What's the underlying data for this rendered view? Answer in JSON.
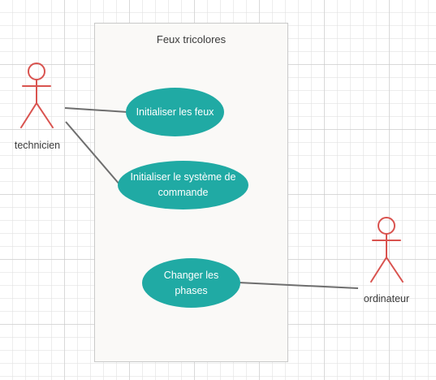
{
  "diagram": {
    "system": {
      "title": "Feux tricolores"
    },
    "actors": [
      {
        "id": "technicien",
        "label": "technicien"
      },
      {
        "id": "ordinateur",
        "label": "ordinateur"
      }
    ],
    "use_cases": [
      {
        "id": "init_feux",
        "label": "Initialiser les feux"
      },
      {
        "id": "init_sys",
        "label": "Initialiser le système de commande"
      },
      {
        "id": "phases",
        "label": "Changer les phases"
      }
    ],
    "associations": [
      {
        "from": "technicien",
        "to": "init_feux"
      },
      {
        "from": "technicien",
        "to": "init_sys"
      },
      {
        "from": "ordinateur",
        "to": "phases"
      }
    ]
  },
  "colors": {
    "use_case_fill": "#20aaa4",
    "actor_stroke": "#d9534f",
    "association_line": "#6e6e6e",
    "boundary_border": "#c9c9c9"
  }
}
